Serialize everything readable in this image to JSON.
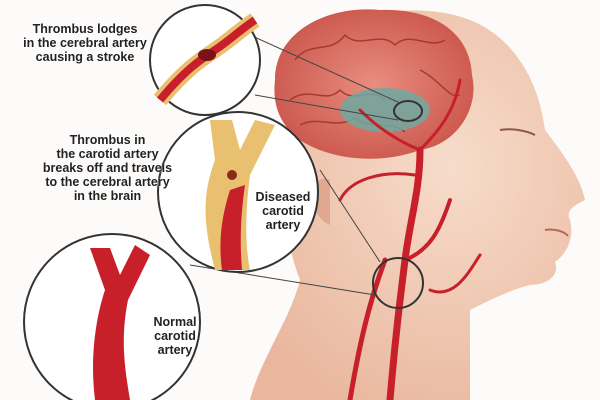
{
  "labels": {
    "thrombus_lodges": [
      "Thrombus lodges",
      "in the cerebral artery",
      "causing a stroke"
    ],
    "thrombus_carotid": [
      "Thrombus in",
      "the carotid artery",
      "breaks off and travels",
      "to the cerebral artery",
      "in the brain"
    ],
    "diseased": [
      "Diseased",
      "carotid",
      "artery"
    ],
    "normal": [
      "Normal",
      "carotid",
      "artery"
    ]
  },
  "colors": {
    "artery": "#c8202a",
    "skin": "#f2c7b0",
    "brain": "#e07a6e",
    "clot_area": "#6fa9a0",
    "plaque": "#e8c070"
  }
}
